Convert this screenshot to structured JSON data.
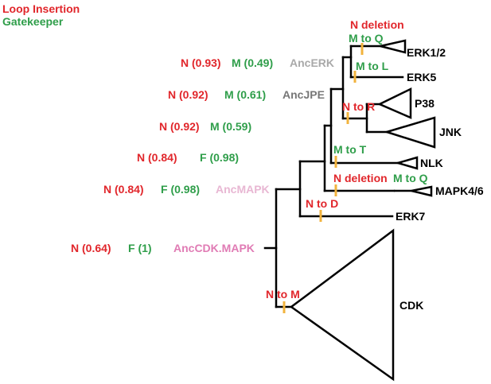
{
  "legend": {
    "loop_insertion": "Loop Insertion",
    "gatekeeper": "Gatekeeper"
  },
  "colors": {
    "red": "#e1262b",
    "green": "#2f9e4a",
    "anc_erk": "#a9a9a9",
    "anc_jpe": "#777777",
    "anc_mapk": "#e8b7d3",
    "anc_cdk_mapk": "#e07bb4",
    "event_mark": "#f2b33d",
    "branch": "#000000"
  },
  "ancestors": [
    {
      "name": "AncERK",
      "loop": "N (0.93)",
      "gatekeeper": "M (0.49)"
    },
    {
      "name": "AncJPE",
      "loop": "N (0.92)",
      "gatekeeper": "M (0.61)"
    },
    {
      "name": "",
      "loop": "N (0.92)",
      "gatekeeper": "M (0.59)"
    },
    {
      "name": "",
      "loop": "N (0.84)",
      "gatekeeper": "F (0.98)"
    },
    {
      "name": "AncMAPK",
      "loop": "N (0.84)",
      "gatekeeper": "F (0.98)"
    },
    {
      "name": "AncCDK.MAPK",
      "loop": "N (0.64)",
      "gatekeeper": "F (1)"
    }
  ],
  "leaves": [
    "ERK1/2",
    "ERK5",
    "P38",
    "JNK",
    "NLK",
    "MAPK4/6",
    "ERK7",
    "CDK"
  ],
  "events": {
    "n_deletion_top": "N deletion",
    "m_to_q_top": "M to Q",
    "m_to_l": "M to L",
    "n_to_r": "N to R",
    "m_to_t": "M to T",
    "n_deletion_mid": "N deletion",
    "m_to_q_mid": "M to Q",
    "n_to_d": "N to D",
    "n_to_m": "N to M"
  }
}
